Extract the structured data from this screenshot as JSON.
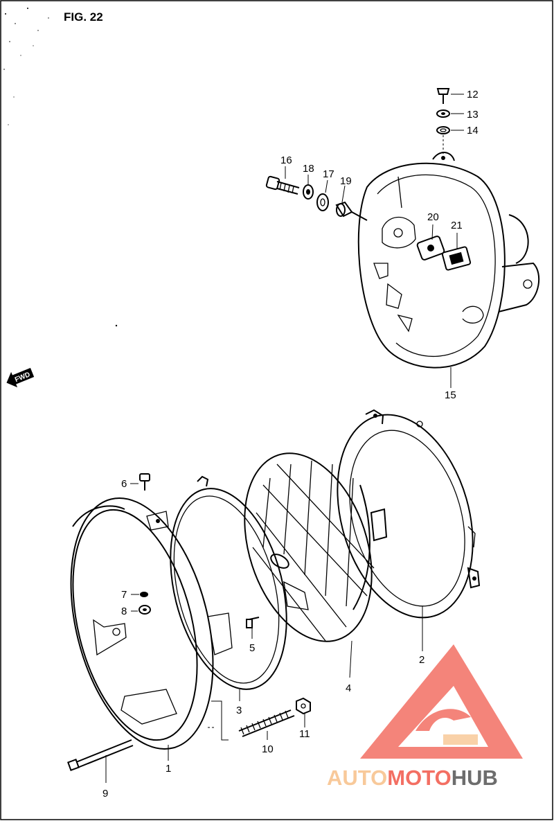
{
  "figure": {
    "title": "FIG. 22",
    "direction_label": "FWD"
  },
  "callouts": [
    {
      "id": "c1",
      "label": "1"
    },
    {
      "id": "c2",
      "label": "2"
    },
    {
      "id": "c3",
      "label": "3"
    },
    {
      "id": "c4",
      "label": "4"
    },
    {
      "id": "c5",
      "label": "5"
    },
    {
      "id": "c6",
      "label": "6"
    },
    {
      "id": "c7",
      "label": "7"
    },
    {
      "id": "c8",
      "label": "8"
    },
    {
      "id": "c9",
      "label": "9"
    },
    {
      "id": "c10",
      "label": "10"
    },
    {
      "id": "c11",
      "label": "11"
    },
    {
      "id": "c12",
      "label": "12"
    },
    {
      "id": "c13",
      "label": "13"
    },
    {
      "id": "c14",
      "label": "14"
    },
    {
      "id": "c15",
      "label": "15"
    },
    {
      "id": "c16",
      "label": "16"
    },
    {
      "id": "c17",
      "label": "17"
    },
    {
      "id": "c18",
      "label": "18"
    },
    {
      "id": "c19",
      "label": "19"
    },
    {
      "id": "c20",
      "label": "20"
    },
    {
      "id": "c21",
      "label": "21"
    }
  ],
  "watermark": {
    "part1": "AUTO",
    "part2": "MOTO",
    "part3": "HUB",
    "color_light": "#f8c99a",
    "color_mid": "#f36f63",
    "color_dark": "#6d6d6d"
  }
}
